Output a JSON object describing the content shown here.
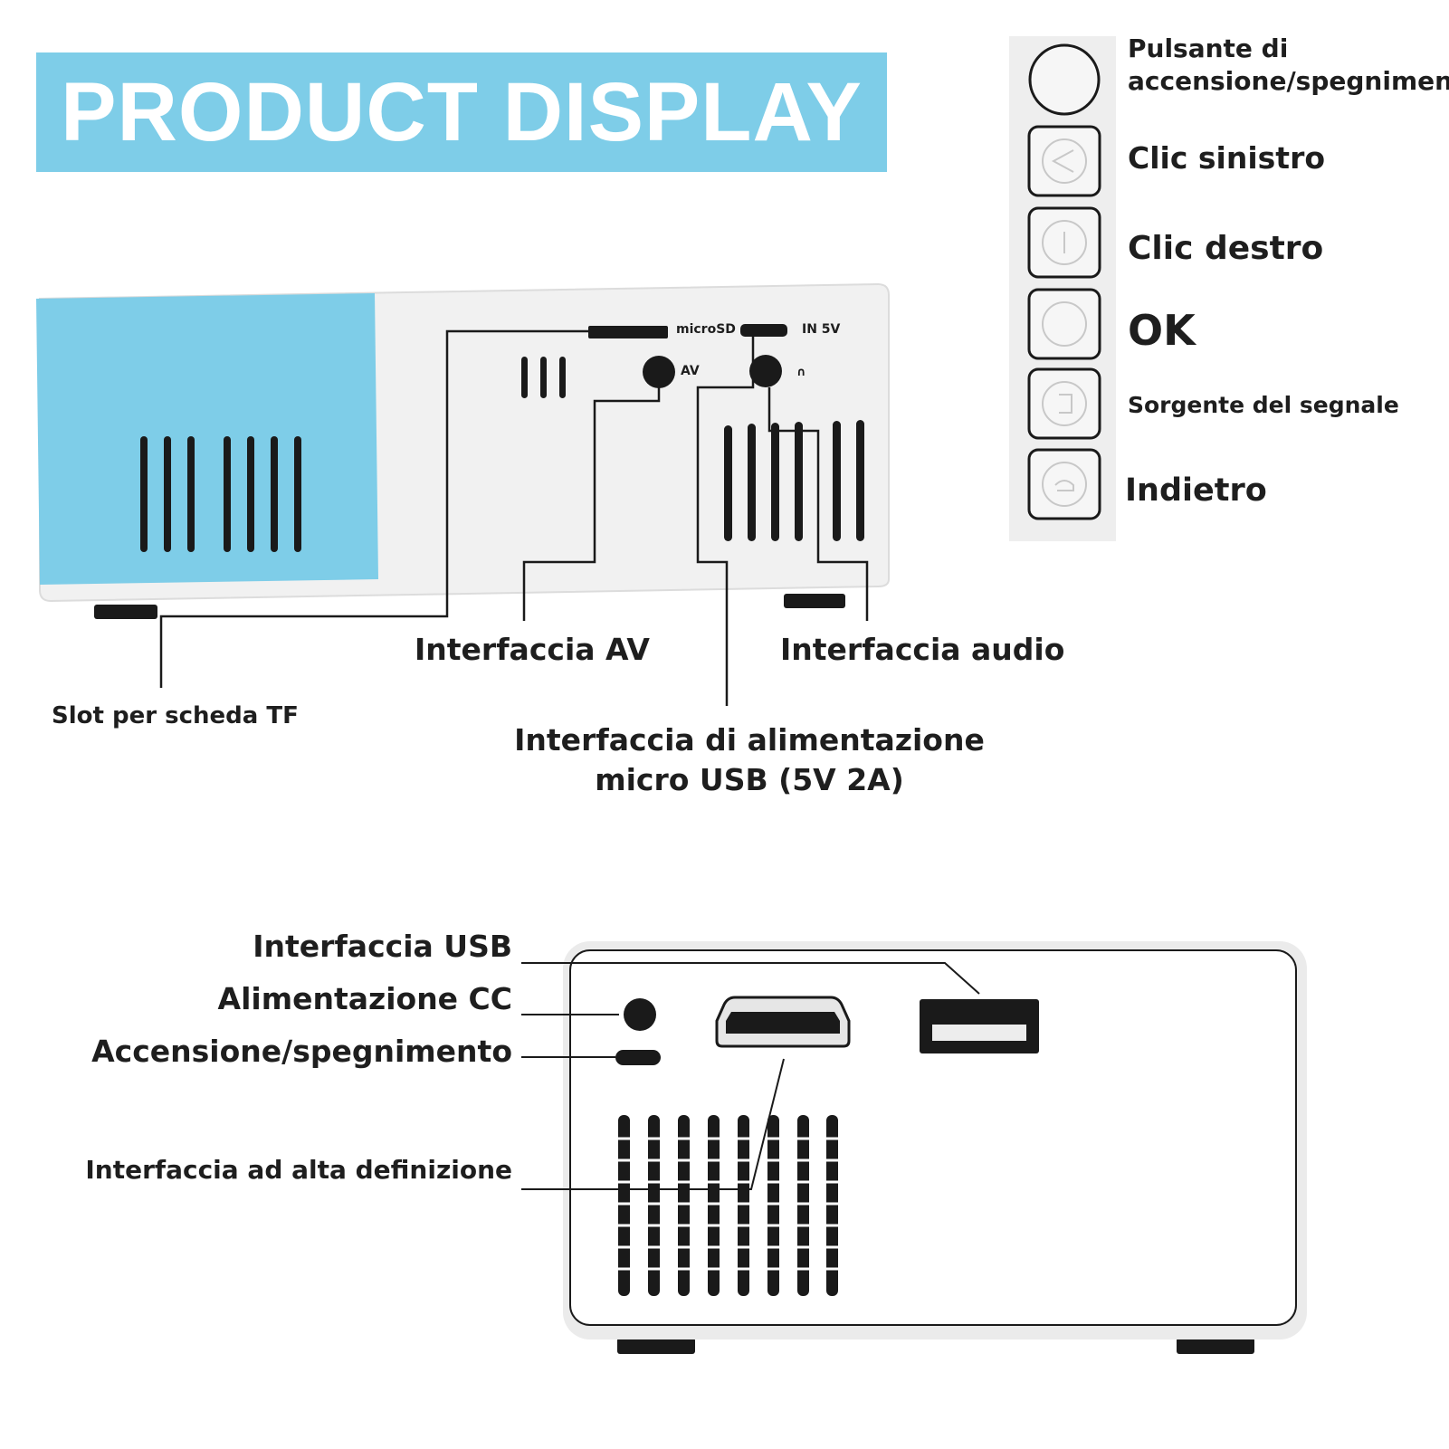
{
  "banner": {
    "title": "PRODUCT DISPLAY"
  },
  "projector_side": {
    "port_labels": {
      "microsd": "microSD",
      "in5v": "IN 5V",
      "av": "AV"
    },
    "callouts": {
      "tf_slot": "Slot per scheda TF",
      "av": "Interfaccia AV",
      "audio": "Interfaccia audio",
      "power_line1": "Interfaccia di alimentazione",
      "power_line2": "micro USB (5V 2A)"
    }
  },
  "button_panel": {
    "buttons": [
      {
        "icon": "power-icon",
        "label_line1": "Pulsante di",
        "label_line2": "accensione/spegnimento"
      },
      {
        "icon": "left-triangle-icon",
        "label": "Clic sinistro"
      },
      {
        "icon": "right-icon",
        "label": "Clic destro"
      },
      {
        "icon": "ok-icon",
        "label": "OK"
      },
      {
        "icon": "source-icon",
        "label": "Sorgente del segnale"
      },
      {
        "icon": "back-icon",
        "label": "Indietro"
      }
    ]
  },
  "projector_back": {
    "callouts": {
      "usb": "Interfaccia USB",
      "dc": "Alimentazione CC",
      "power": "Accensione/spegnimento",
      "hdmi": "Interfaccia ad alta definizione"
    }
  },
  "colors": {
    "banner": "#7ecde8",
    "projector_blue": "#7ecde8",
    "body_white": "#f4f4f4"
  }
}
